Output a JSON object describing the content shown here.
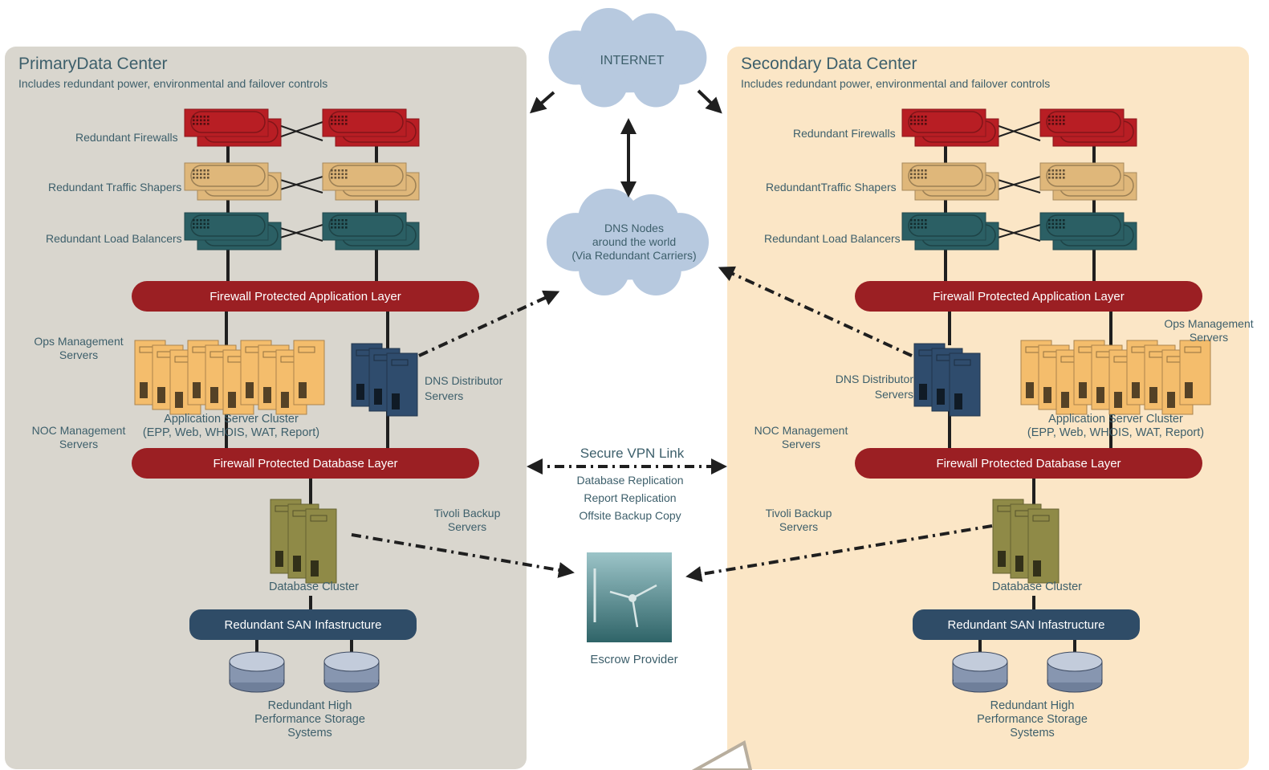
{
  "colors": {
    "primary_bg": "#d9d6ce",
    "secondary_bg": "#fbe6c6",
    "firewall_red": "#b81e24",
    "traffic_shaper_tan": "#dfb77a",
    "load_balancer_teal": "#2b5f64",
    "layer_bar_red": "#9b1f23",
    "san_bar_navy": "#2f4c67",
    "cloud_blue": "#b7c9df",
    "text_teal": "#3d5f6b"
  },
  "internet": {
    "label": "INTERNET"
  },
  "dns_cloud": {
    "line1": "DNS Nodes",
    "line2": "around the world",
    "line3": "(Via Redundant Carriers)"
  },
  "vpn": {
    "title": "Secure VPN Link",
    "items": [
      "Database Replication",
      "Report Replication",
      "Offsite Backup Copy"
    ]
  },
  "escrow": {
    "label": "Escrow Provider"
  },
  "primary": {
    "title": "PrimaryData Center",
    "subtitle": "Includes redundant power, environmental and failover controls",
    "firewalls_label": "Redundant Firewalls",
    "traffic_label": "Redundant Traffic Shapers",
    "lb_label": "Redundant Load Balancers",
    "app_layer": "Firewall Protected Application Layer",
    "ops_line1": "Ops Management",
    "ops_line2": "Servers",
    "dns_dist_line1": "DNS Distributor",
    "dns_dist_line2": "Servers",
    "app_cluster_line1": "Application Server Cluster",
    "app_cluster_line2": "(EPP, Web, WHOIS, WAT, Report)",
    "noc_line1": "NOC Management",
    "noc_line2": "Servers",
    "db_layer": "Firewall Protected Database Layer",
    "tivoli_line1": "Tivoli Backup",
    "tivoli_line2": "Servers",
    "db_cluster": "Database Cluster",
    "san": "Redundant SAN Infastructure",
    "storage_line1": "Redundant High",
    "storage_line2": "Performance Storage",
    "storage_line3": "Systems"
  },
  "secondary": {
    "title": "Secondary Data Center",
    "subtitle": "Includes redundant power, environmental and failover controls",
    "firewalls_label": "Redundant Firewalls",
    "traffic_label": "RedundantTraffic Shapers",
    "lb_label": "Redundant Load Balancers",
    "app_layer": "Firewall Protected Application Layer",
    "ops_line1": "Ops Management",
    "ops_line2": "Servers",
    "dns_dist_line1": "DNS Distributor",
    "dns_dist_line2": "Servers",
    "app_cluster_line1": "Application Server Cluster",
    "app_cluster_line2": "(EPP, Web, WHOIS, WAT, Report)",
    "noc_line1": "NOC Management",
    "noc_line2": "Servers",
    "db_layer": "Firewall Protected Database Layer",
    "tivoli_line1": "Tivoli Backup",
    "tivoli_line2": "Servers",
    "db_cluster": "Database Cluster",
    "san": "Redundant SAN Infastructure",
    "storage_line1": "Redundant High",
    "storage_line2": "Performance Storage",
    "storage_line3": "Systems"
  }
}
